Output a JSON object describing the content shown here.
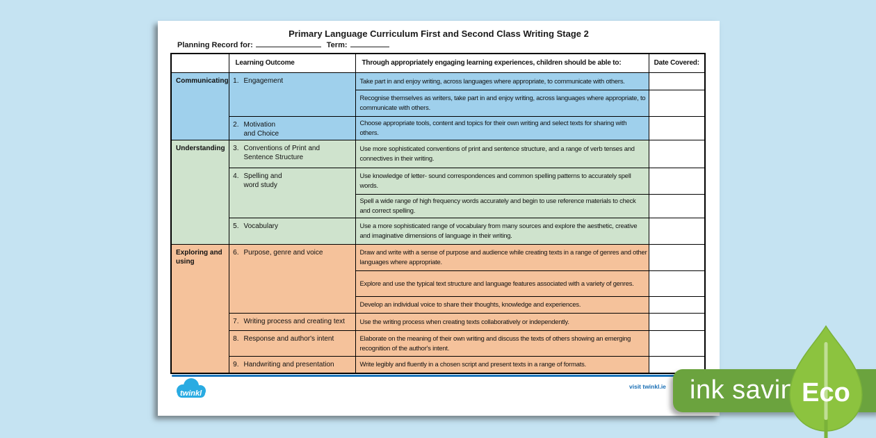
{
  "document": {
    "title": "Primary Language Curriculum First and Second Class Writing Stage 2",
    "planning_label": "Planning Record for:",
    "term_label": "Term:"
  },
  "table": {
    "headers": {
      "learning_outcome": "Learning Outcome",
      "experiences": "Through appropriately engaging learning experiences, children should be able to:",
      "date_covered": "Date Covered:"
    },
    "sections": [
      {
        "name": "Communicating",
        "color": "#9fd0ec",
        "outcomes": [
          {
            "num": "1.",
            "label": "Engagement",
            "experiences": [
              "Take part in and enjoy writing, across languages where appropriate, to communicate with others.",
              "Recognise themselves as writers, take part in and enjoy writing, across languages where appropriate, to communicate with others."
            ]
          },
          {
            "num": "2.",
            "label": "Motivation\nand Choice",
            "experiences": [
              "Choose appropriate tools, content and topics for their own writing and select texts for sharing with others."
            ]
          }
        ]
      },
      {
        "name": "Understanding",
        "color": "#cfe3cd",
        "outcomes": [
          {
            "num": "3.",
            "label": "Conventions of Print and\nSentence Structure",
            "experiences": [
              "Use more sophisticated conventions of print and sentence structure, and a range of verb tenses and connectives in their writing."
            ]
          },
          {
            "num": "4.",
            "label": "Spelling and\nword study",
            "experiences": [
              "Use knowledge of letter- sound correspondences and common spelling patterns to accurately spell words.",
              "Spell a wide range of high frequency words accurately and begin to use reference materials to check and correct spelling."
            ]
          },
          {
            "num": "5.",
            "label": "Vocabulary",
            "experiences": [
              "Use a more sophisticated range of vocabulary from many sources and explore the aesthetic, creative and imaginative dimensions of language in their writing."
            ]
          }
        ]
      },
      {
        "name": "Exploring and\nusing",
        "color": "#f5c29b",
        "outcomes": [
          {
            "num": "6.",
            "label": "Purpose, genre and voice",
            "experiences": [
              "Draw and write with a sense of purpose and audience while creating texts in a range of genres and other languages where appropriate.",
              "Explore and use the typical text structure and language features associated with a variety of genres.",
              "Develop an individual voice to share their thoughts, knowledge and experiences."
            ]
          },
          {
            "num": "7.",
            "label": "Writing process and creating text",
            "experiences": [
              "Use the writing process when creating texts collaboratively or independently."
            ]
          },
          {
            "num": "8.",
            "label": "Response and author's intent",
            "experiences": [
              "Elaborate on the meaning of their own writing and discuss the texts of others showing an emerging recognition of the author's intent."
            ]
          },
          {
            "num": "9.",
            "label": "Handwriting and presentation",
            "experiences": [
              "Write legibly and fluently in a chosen script and present texts in a range of formats."
            ]
          }
        ]
      }
    ]
  },
  "footer": {
    "brand": "twinkl",
    "visit_text": "visit twinkl.ie",
    "eco_badge": {
      "ink_saving_label": "ink saving",
      "eco_label": "Eco"
    }
  },
  "colors": {
    "background": "#c5e3f2",
    "section_blue": "#9fd0ec",
    "section_green": "#cfe3cd",
    "section_orange": "#f5c29b",
    "footer_line_blue": "#1b75bb",
    "brand_blue": "#29abe2",
    "badge_green": "#6ba33e",
    "leaf_green": "#8cc33f"
  }
}
